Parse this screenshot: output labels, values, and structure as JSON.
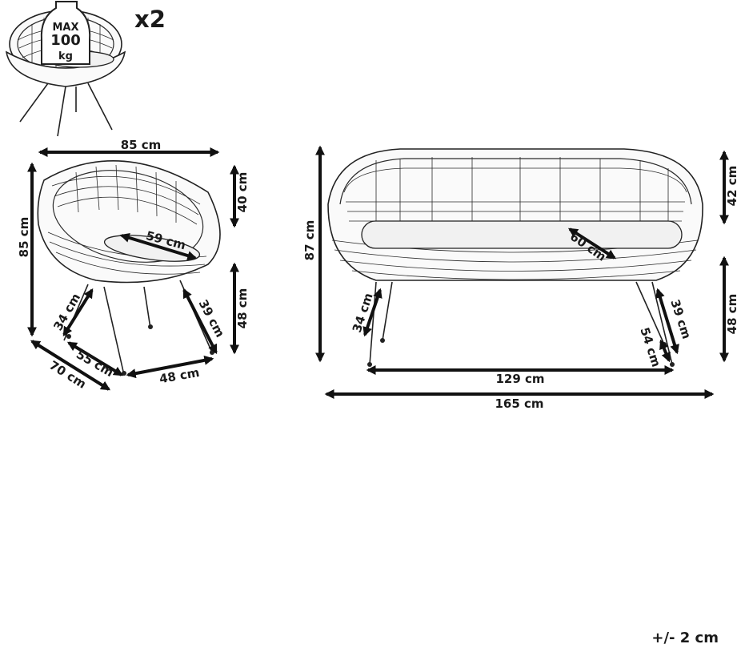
{
  "quantity_label": "x2",
  "load_badge": {
    "max": "MAX",
    "value": "100",
    "unit": "kg"
  },
  "chair": {
    "width": "85 cm",
    "height": "85 cm",
    "backrest_height": "40 cm",
    "seat_height": "48 cm",
    "seat_depth": "59 cm",
    "front_leg": "34 cm",
    "rear_leg": "39 cm",
    "base_depth": "55 cm",
    "base_width": "48 cm",
    "overall_depth": "70 cm"
  },
  "sofa": {
    "height": "87 cm",
    "backrest_height": "42 cm",
    "seat_height": "48 cm",
    "seat_depth": "60 cm",
    "front_leg": "34 cm",
    "rear_leg": "39 cm",
    "leg_spread": "54 cm",
    "base_width": "129 cm",
    "overall_width": "165 cm"
  },
  "tolerance": "+/- 2 cm"
}
